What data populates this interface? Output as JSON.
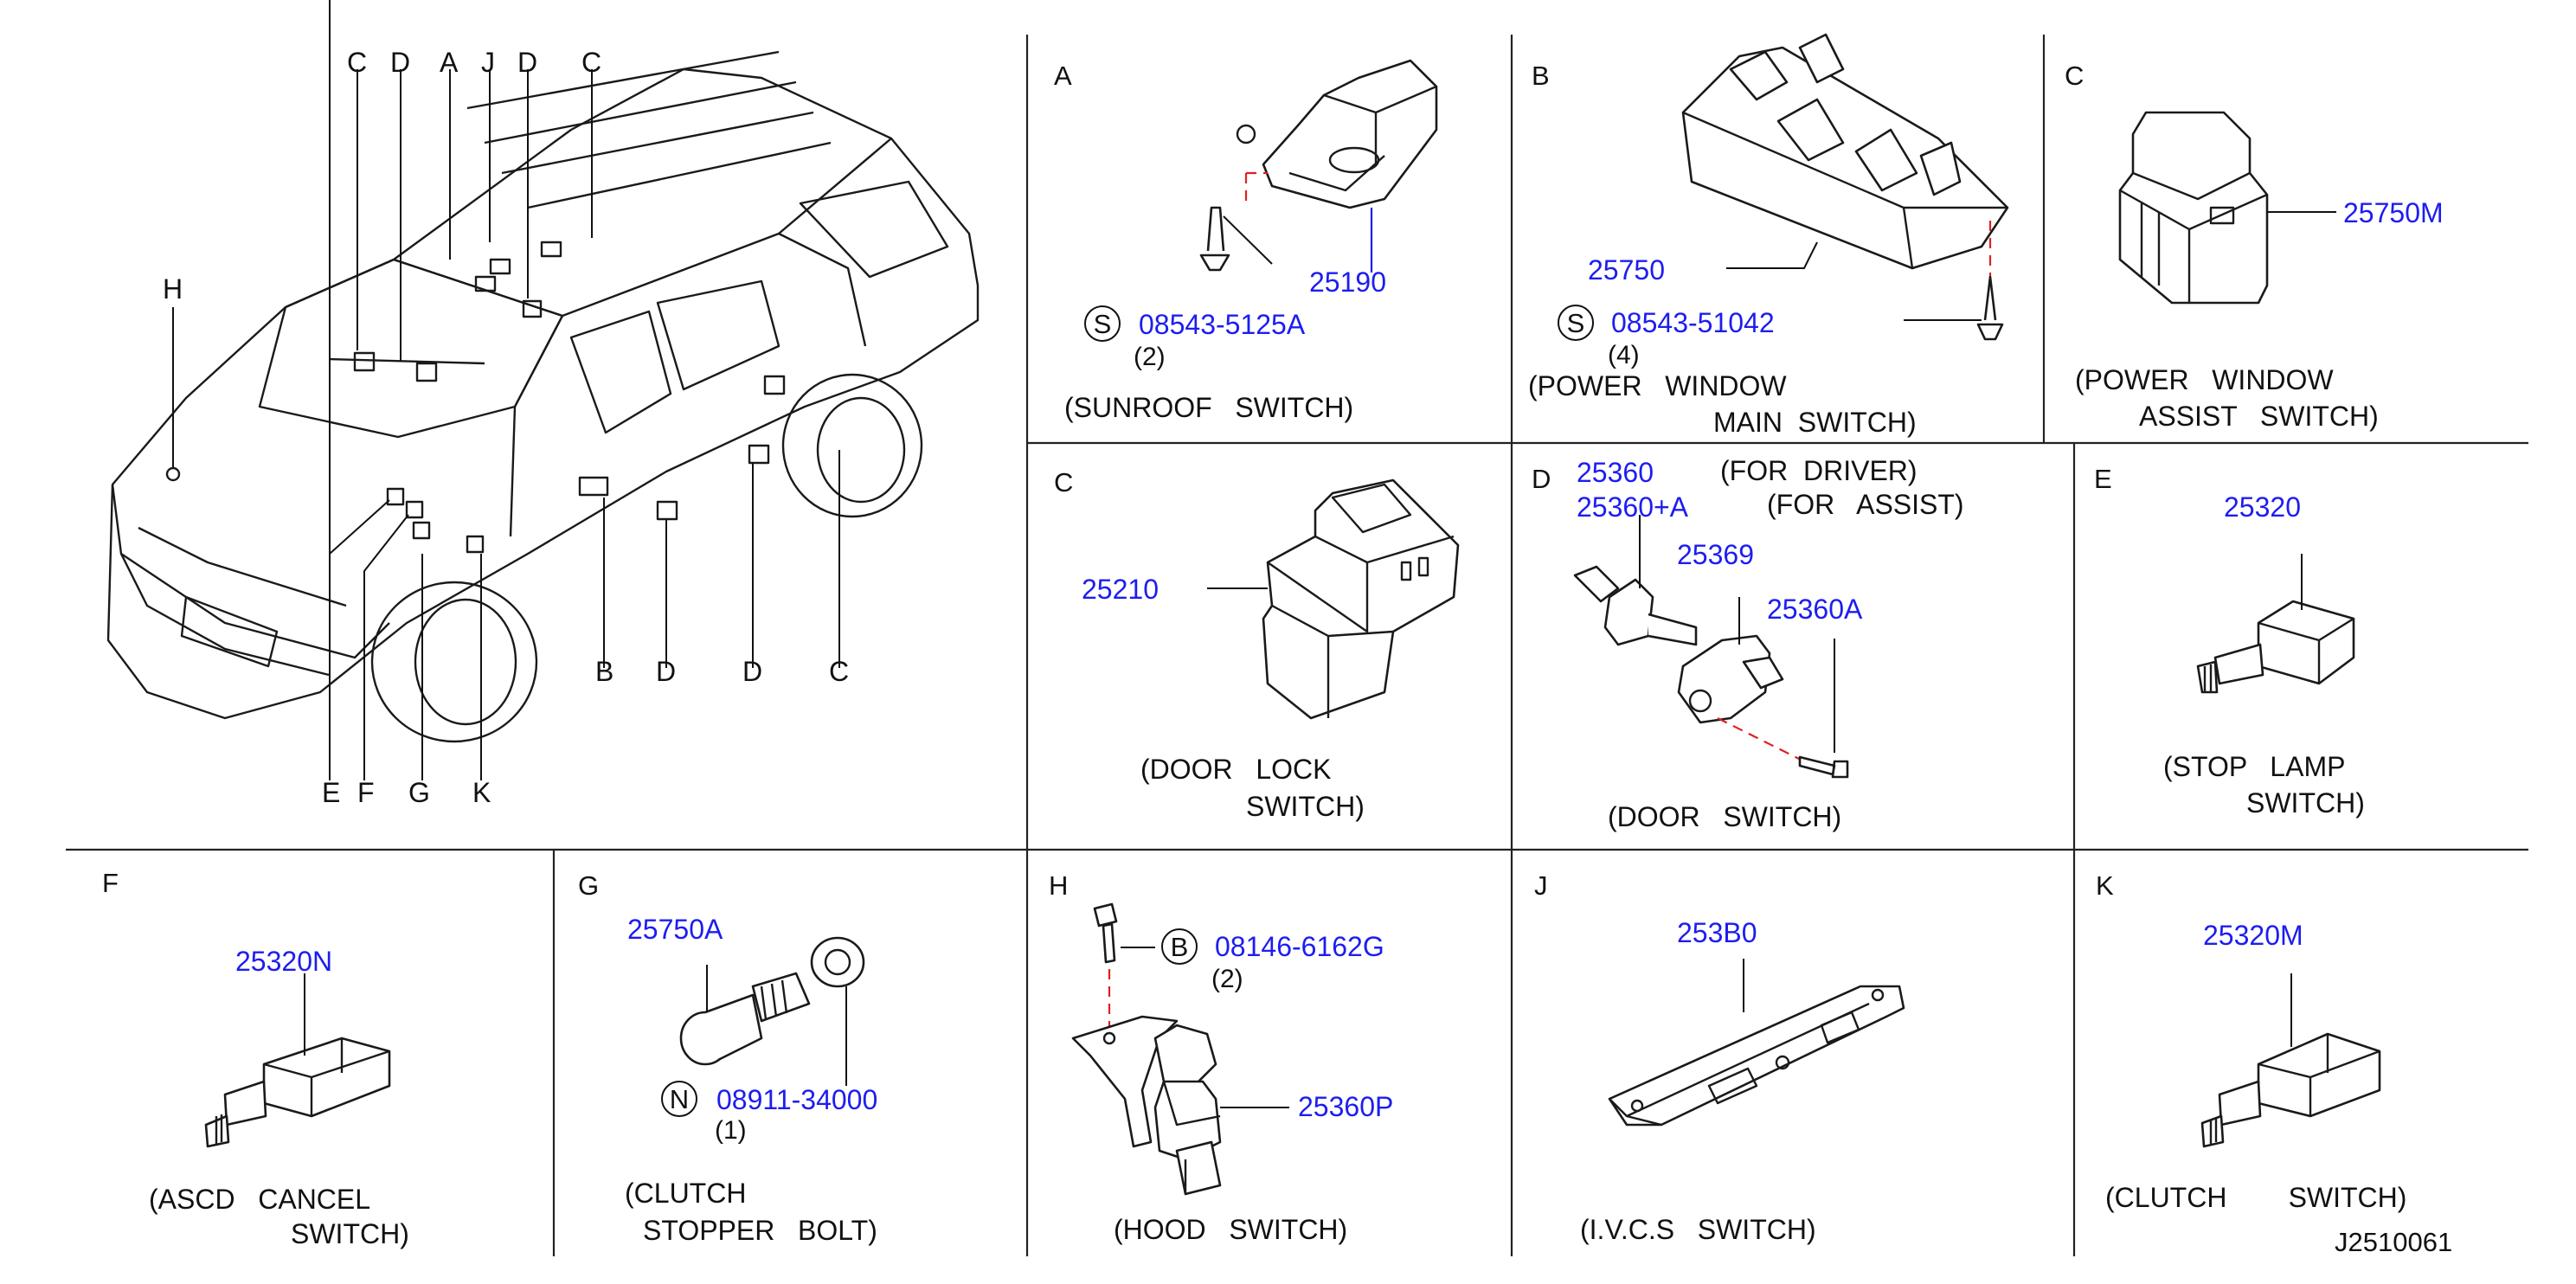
{
  "vehicle": {
    "callouts_top": [
      "C",
      "D",
      "A",
      "J",
      "D",
      "C"
    ],
    "callout_h": "H",
    "callouts_bottom_right": [
      "B",
      "D",
      "D",
      "C"
    ],
    "callouts_bottom_left": [
      "E",
      "F",
      "G",
      "K"
    ]
  },
  "panels": {
    "A": {
      "letter": "A",
      "part": "25190",
      "screw_symbol": "S",
      "screw": "08543-5125A",
      "qty": "(2)",
      "title1": "(SUNROOF   SWITCH)"
    },
    "B": {
      "letter": "B",
      "part": "25750",
      "screw_symbol": "S",
      "screw": "08543-51042",
      "qty": "(4)",
      "title1": "(POWER   WINDOW",
      "title2": "MAIN  SWITCH)"
    },
    "C1": {
      "letter": "C",
      "part": "25750M",
      "title1": "(POWER   WINDOW",
      "title2": "ASSIST   SWITCH)"
    },
    "C2": {
      "letter": "C",
      "part": "25210",
      "title1": "(DOOR   LOCK",
      "title2": "SWITCH)"
    },
    "D": {
      "letter": "D",
      "part1": "25360",
      "part1_note": "(FOR  DRIVER)",
      "part2": "25360+A",
      "part2_note": "(FOR   ASSIST)",
      "part3": "25369",
      "part4": "25360A",
      "title1": "(DOOR   SWITCH)"
    },
    "E": {
      "letter": "E",
      "part": "25320",
      "title1": "(STOP   LAMP",
      "title2": "SWITCH)"
    },
    "F": {
      "letter": "F",
      "part": "25320N",
      "title1": "(ASCD   CANCEL",
      "title2": "SWITCH)"
    },
    "G": {
      "letter": "G",
      "part": "25750A",
      "nut_symbol": "N",
      "nut": "08911-34000",
      "qty": "(1)",
      "title1": "(CLUTCH",
      "title2": "STOPPER   BOLT)"
    },
    "H": {
      "letter": "H",
      "bolt_symbol": "B",
      "bolt": "08146-6162G",
      "qty": "(2)",
      "part": "25360P",
      "title1": "(HOOD   SWITCH)"
    },
    "J": {
      "letter": "J",
      "part": "253B0",
      "title1": "(I.V.C.S   SWITCH)"
    },
    "K": {
      "letter": "K",
      "part": "25320M",
      "title1": "(CLUTCH        SWITCH)"
    }
  },
  "diagram_code": "J2510061",
  "colors": {
    "part_number": "#1d1df0",
    "line": "#111111",
    "guide": "#e02020"
  }
}
